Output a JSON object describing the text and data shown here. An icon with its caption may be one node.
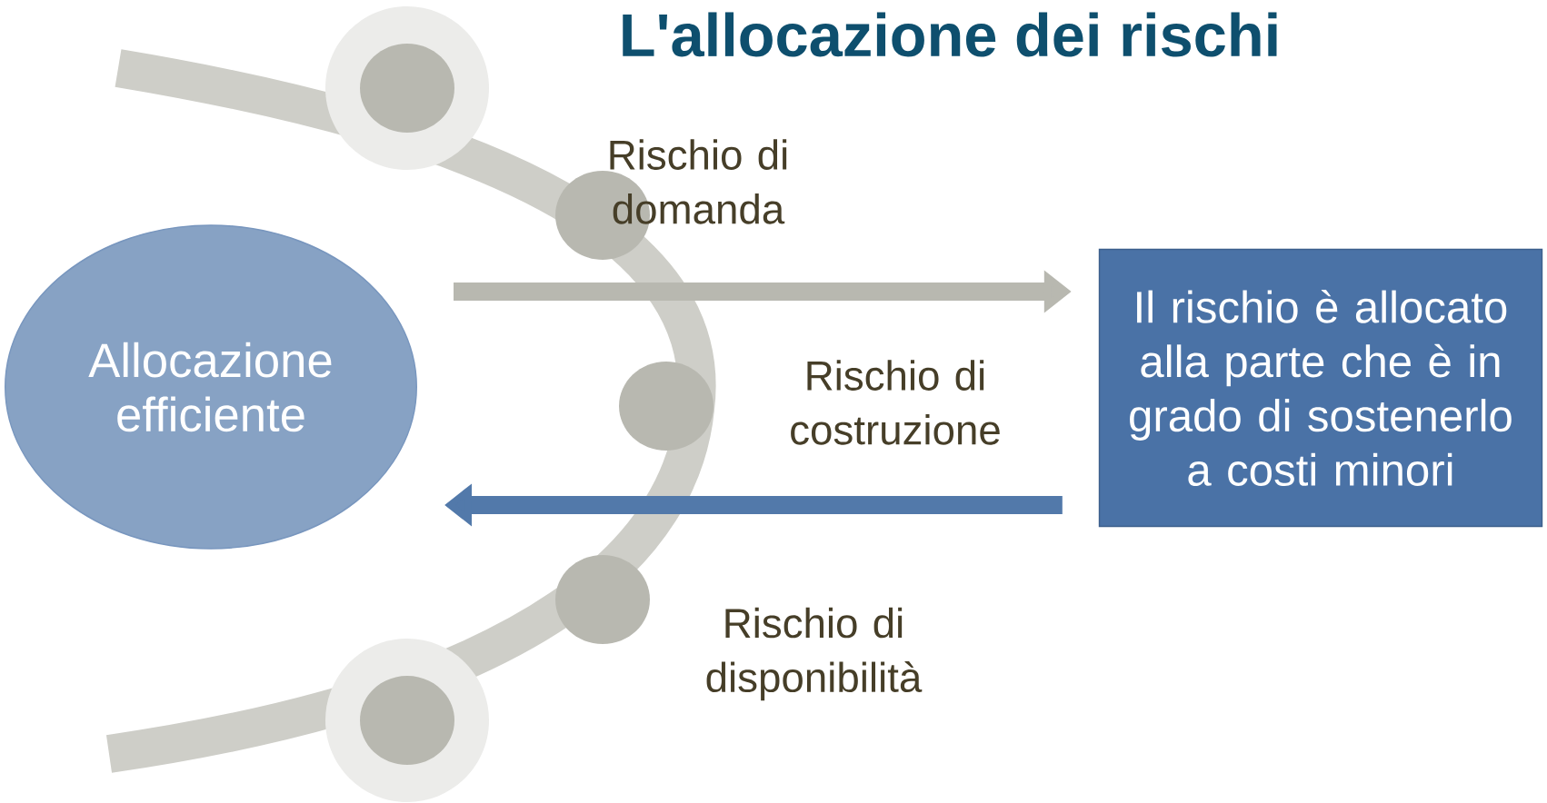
{
  "diagram": {
    "title": "L'allocazione dei rischi",
    "nodes": [
      {
        "text": [
          "Allocazione efficiente"
        ]
      },
      {
        "text": [
          "Il rischio è allocato alla parte che è in grado di sostenerlo a costi minori"
        ]
      }
    ],
    "edges": [
      {
        "from": 0,
        "to": 1,
        "arrow": "to",
        "color": "#b8b8b0"
      },
      {
        "from": 1,
        "to": 0,
        "arrow": "to",
        "color": "#5279aa"
      }
    ],
    "labels": [
      "Rischio di domanda",
      "Rischio di costruzione",
      "Rischio di disponibilità"
    ]
  }
}
